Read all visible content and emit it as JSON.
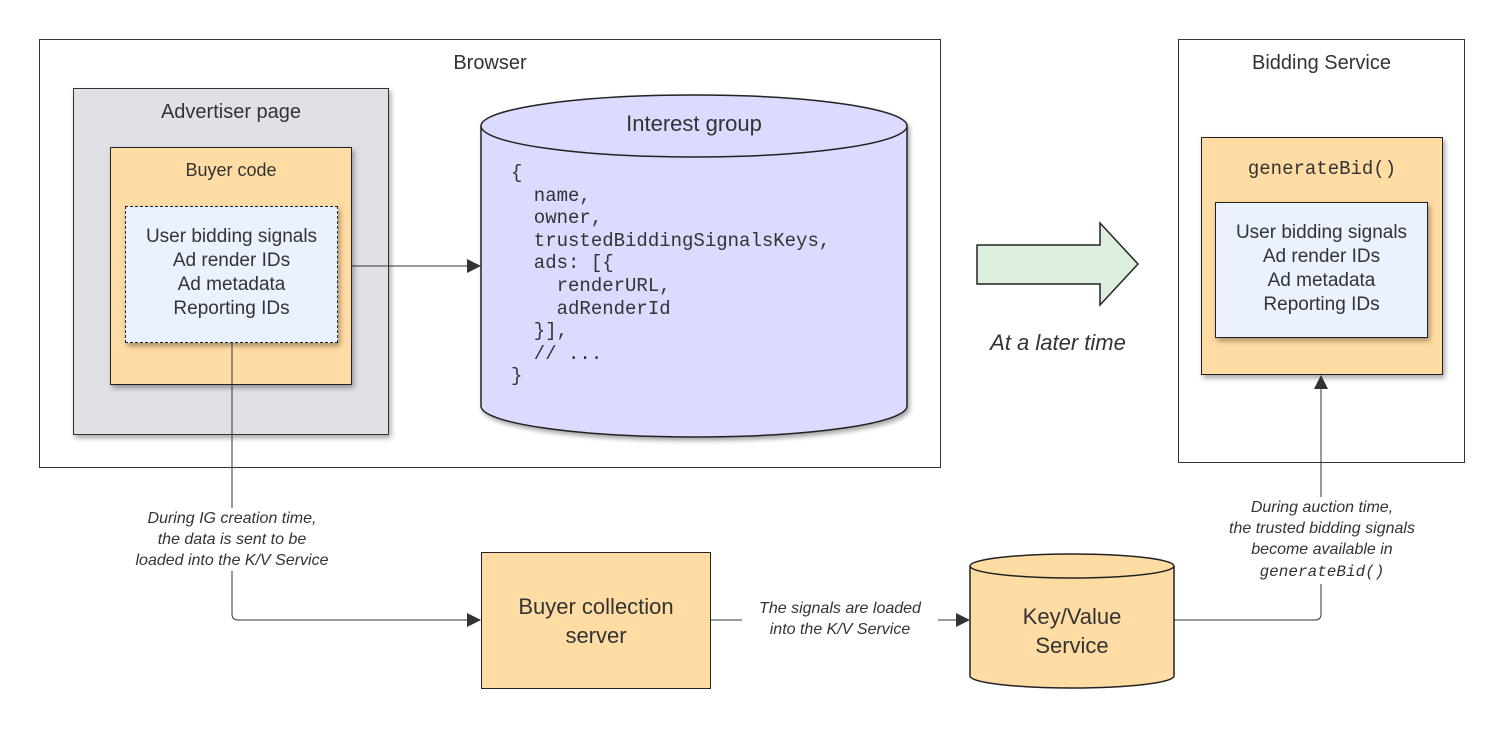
{
  "browser": {
    "title": "Browser",
    "advertiser_page": {
      "title": "Advertiser page",
      "buyer_code": {
        "title": "Buyer code",
        "items": [
          "User bidding signals",
          "Ad render IDs",
          "Ad metadata",
          "Reporting IDs"
        ]
      }
    },
    "interest_group": {
      "title": "Interest group",
      "code_lines": [
        "{",
        "  name,",
        "  owner,",
        "  trustedBiddingSignalsKeys,",
        "  ads: [{",
        "    renderURL,",
        "    adRenderId",
        "  }],",
        "  // ...",
        "}"
      ]
    }
  },
  "later": {
    "label": "At a later time"
  },
  "bidding_service": {
    "title": "Bidding Service",
    "function": {
      "name": "generateBid()",
      "items": [
        "User bidding signals",
        "Ad render IDs",
        "Ad metadata",
        "Reporting IDs"
      ]
    }
  },
  "buyer_server": {
    "lines": [
      "Buyer collection",
      "server"
    ]
  },
  "kv_service": {
    "lines": [
      "Key/Value",
      "Service"
    ]
  },
  "captions": {
    "creation": [
      "During IG creation time,",
      "the data is sent to be",
      "loaded into the K/V Service"
    ],
    "loaded": [
      "The signals are loaded",
      "into the K/V Service"
    ],
    "auction": [
      "During auction time,",
      "the trusted bidding signals",
      "become available in"
    ],
    "auction_code": "generateBid()"
  },
  "colors": {
    "orange_fill": "#ffdca3",
    "purple_fill": "#dadbff",
    "light_blue_fill": "#eaf2ff",
    "gray_fill": "#dfe1e6",
    "green_arrow_fill": "#dceedd"
  }
}
